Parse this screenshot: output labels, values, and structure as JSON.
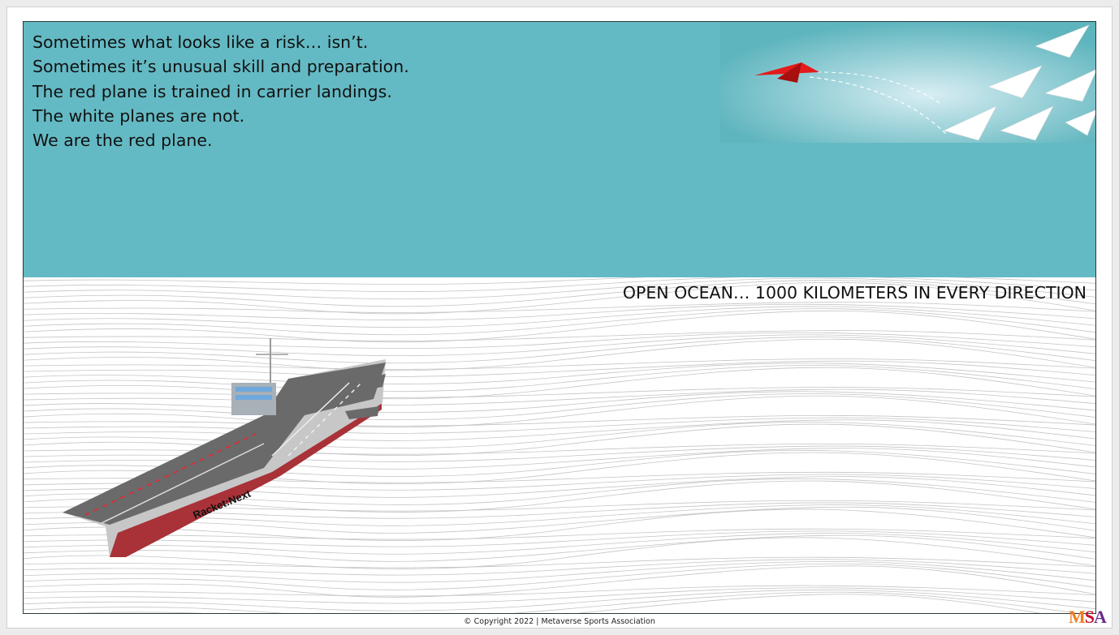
{
  "slide": {
    "lines": [
      "Sometimes what looks like a risk… isn’t.",
      "Sometimes it’s unusual skill and preparation.",
      "The red plane is trained in carrier landings.",
      "The white planes are not.",
      "We are the red plane."
    ],
    "ocean_caption": "OPEN OCEAN… 1000 KILOMETERS IN EVERY DIRECTION",
    "ship_label": "Racket:Next"
  },
  "footer": {
    "copyright": "© Copyright 2022 | Metaverse Sports Association",
    "logo": [
      "M",
      "S",
      "A"
    ]
  },
  "colors": {
    "teal": "#64bac4",
    "red_plane": "#e31b1b",
    "logo_m": "#f07c22",
    "logo_s": "#c8102e",
    "logo_a": "#6a2c91"
  }
}
